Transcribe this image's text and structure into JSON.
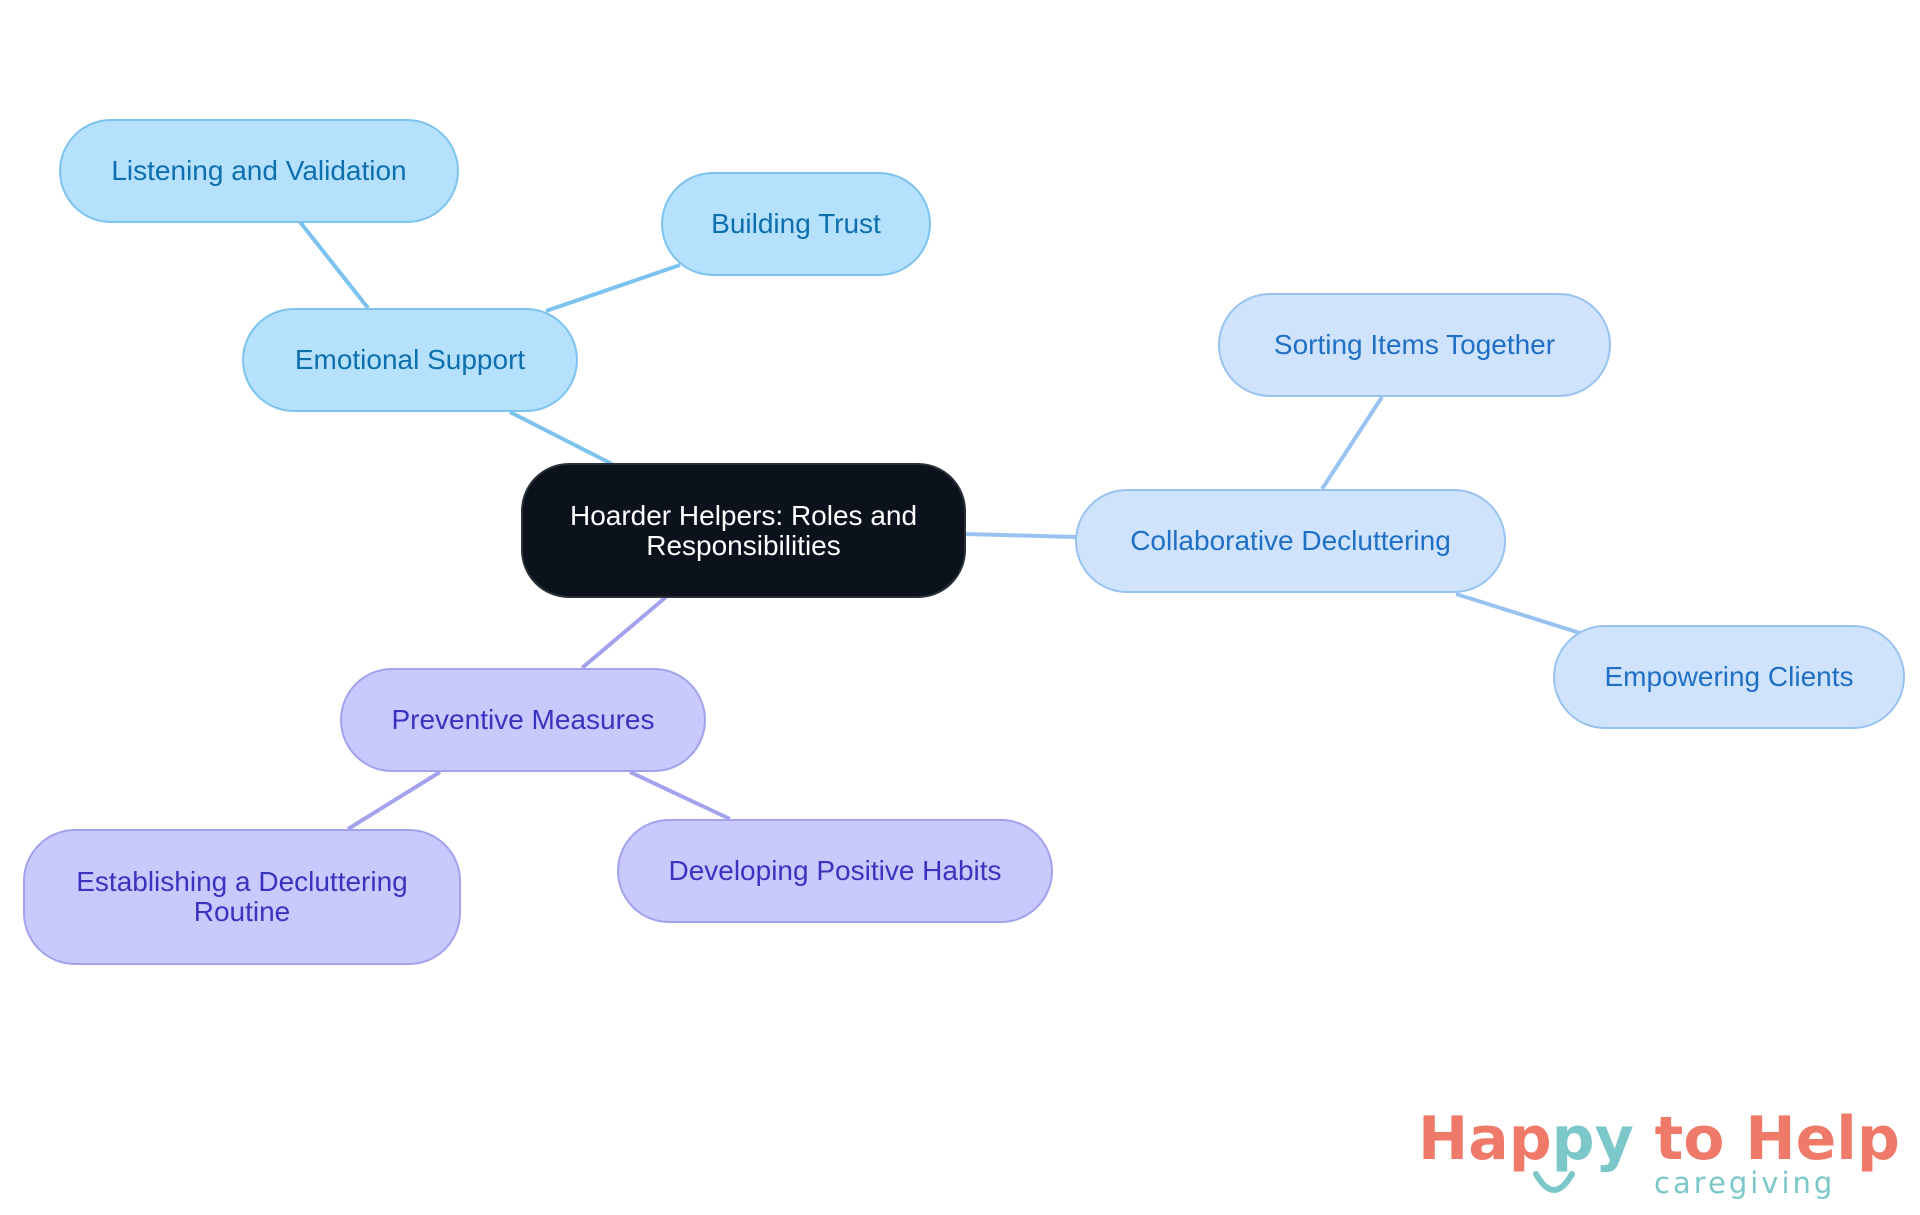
{
  "diagram": {
    "type": "mind-map",
    "root": {
      "id": "root",
      "label": "Hoarder Helpers: Roles and Responsibilities"
    },
    "branches": [
      {
        "id": "emotional",
        "label": "Emotional Support",
        "color_group": "sky",
        "children": [
          {
            "id": "listening",
            "label": "Listening and Validation"
          },
          {
            "id": "trust",
            "label": "Building Trust"
          }
        ]
      },
      {
        "id": "collab",
        "label": "Collaborative Decluttering",
        "color_group": "blue",
        "children": [
          {
            "id": "sorting",
            "label": "Sorting Items Together"
          },
          {
            "id": "empowering",
            "label": "Empowering Clients"
          }
        ]
      },
      {
        "id": "preventive",
        "label": "Preventive Measures",
        "color_group": "violet",
        "children": [
          {
            "id": "routine",
            "label": "Establishing a Decluttering Routine"
          },
          {
            "id": "habits",
            "label": "Developing Positive Habits"
          }
        ]
      }
    ]
  },
  "colors": {
    "center_fill": "#0b121b",
    "sky_fill": "#b6e1fd",
    "sky_text": "#0d6fae",
    "sky_line": "#7cc3ef",
    "blue_fill": "#cfe4fc",
    "blue_text": "#1f6fc6",
    "blue_line": "#98c3f1",
    "violet_fill": "#c9c9fd",
    "violet_text": "#3a33c0",
    "violet_line": "#a2a2ee",
    "logo_coral": "#f07a6a",
    "logo_teal": "#7cc7c9"
  },
  "logo": {
    "part1": "Hap",
    "part2": "py",
    "part3": " to Help",
    "tagline": "caregiving"
  }
}
